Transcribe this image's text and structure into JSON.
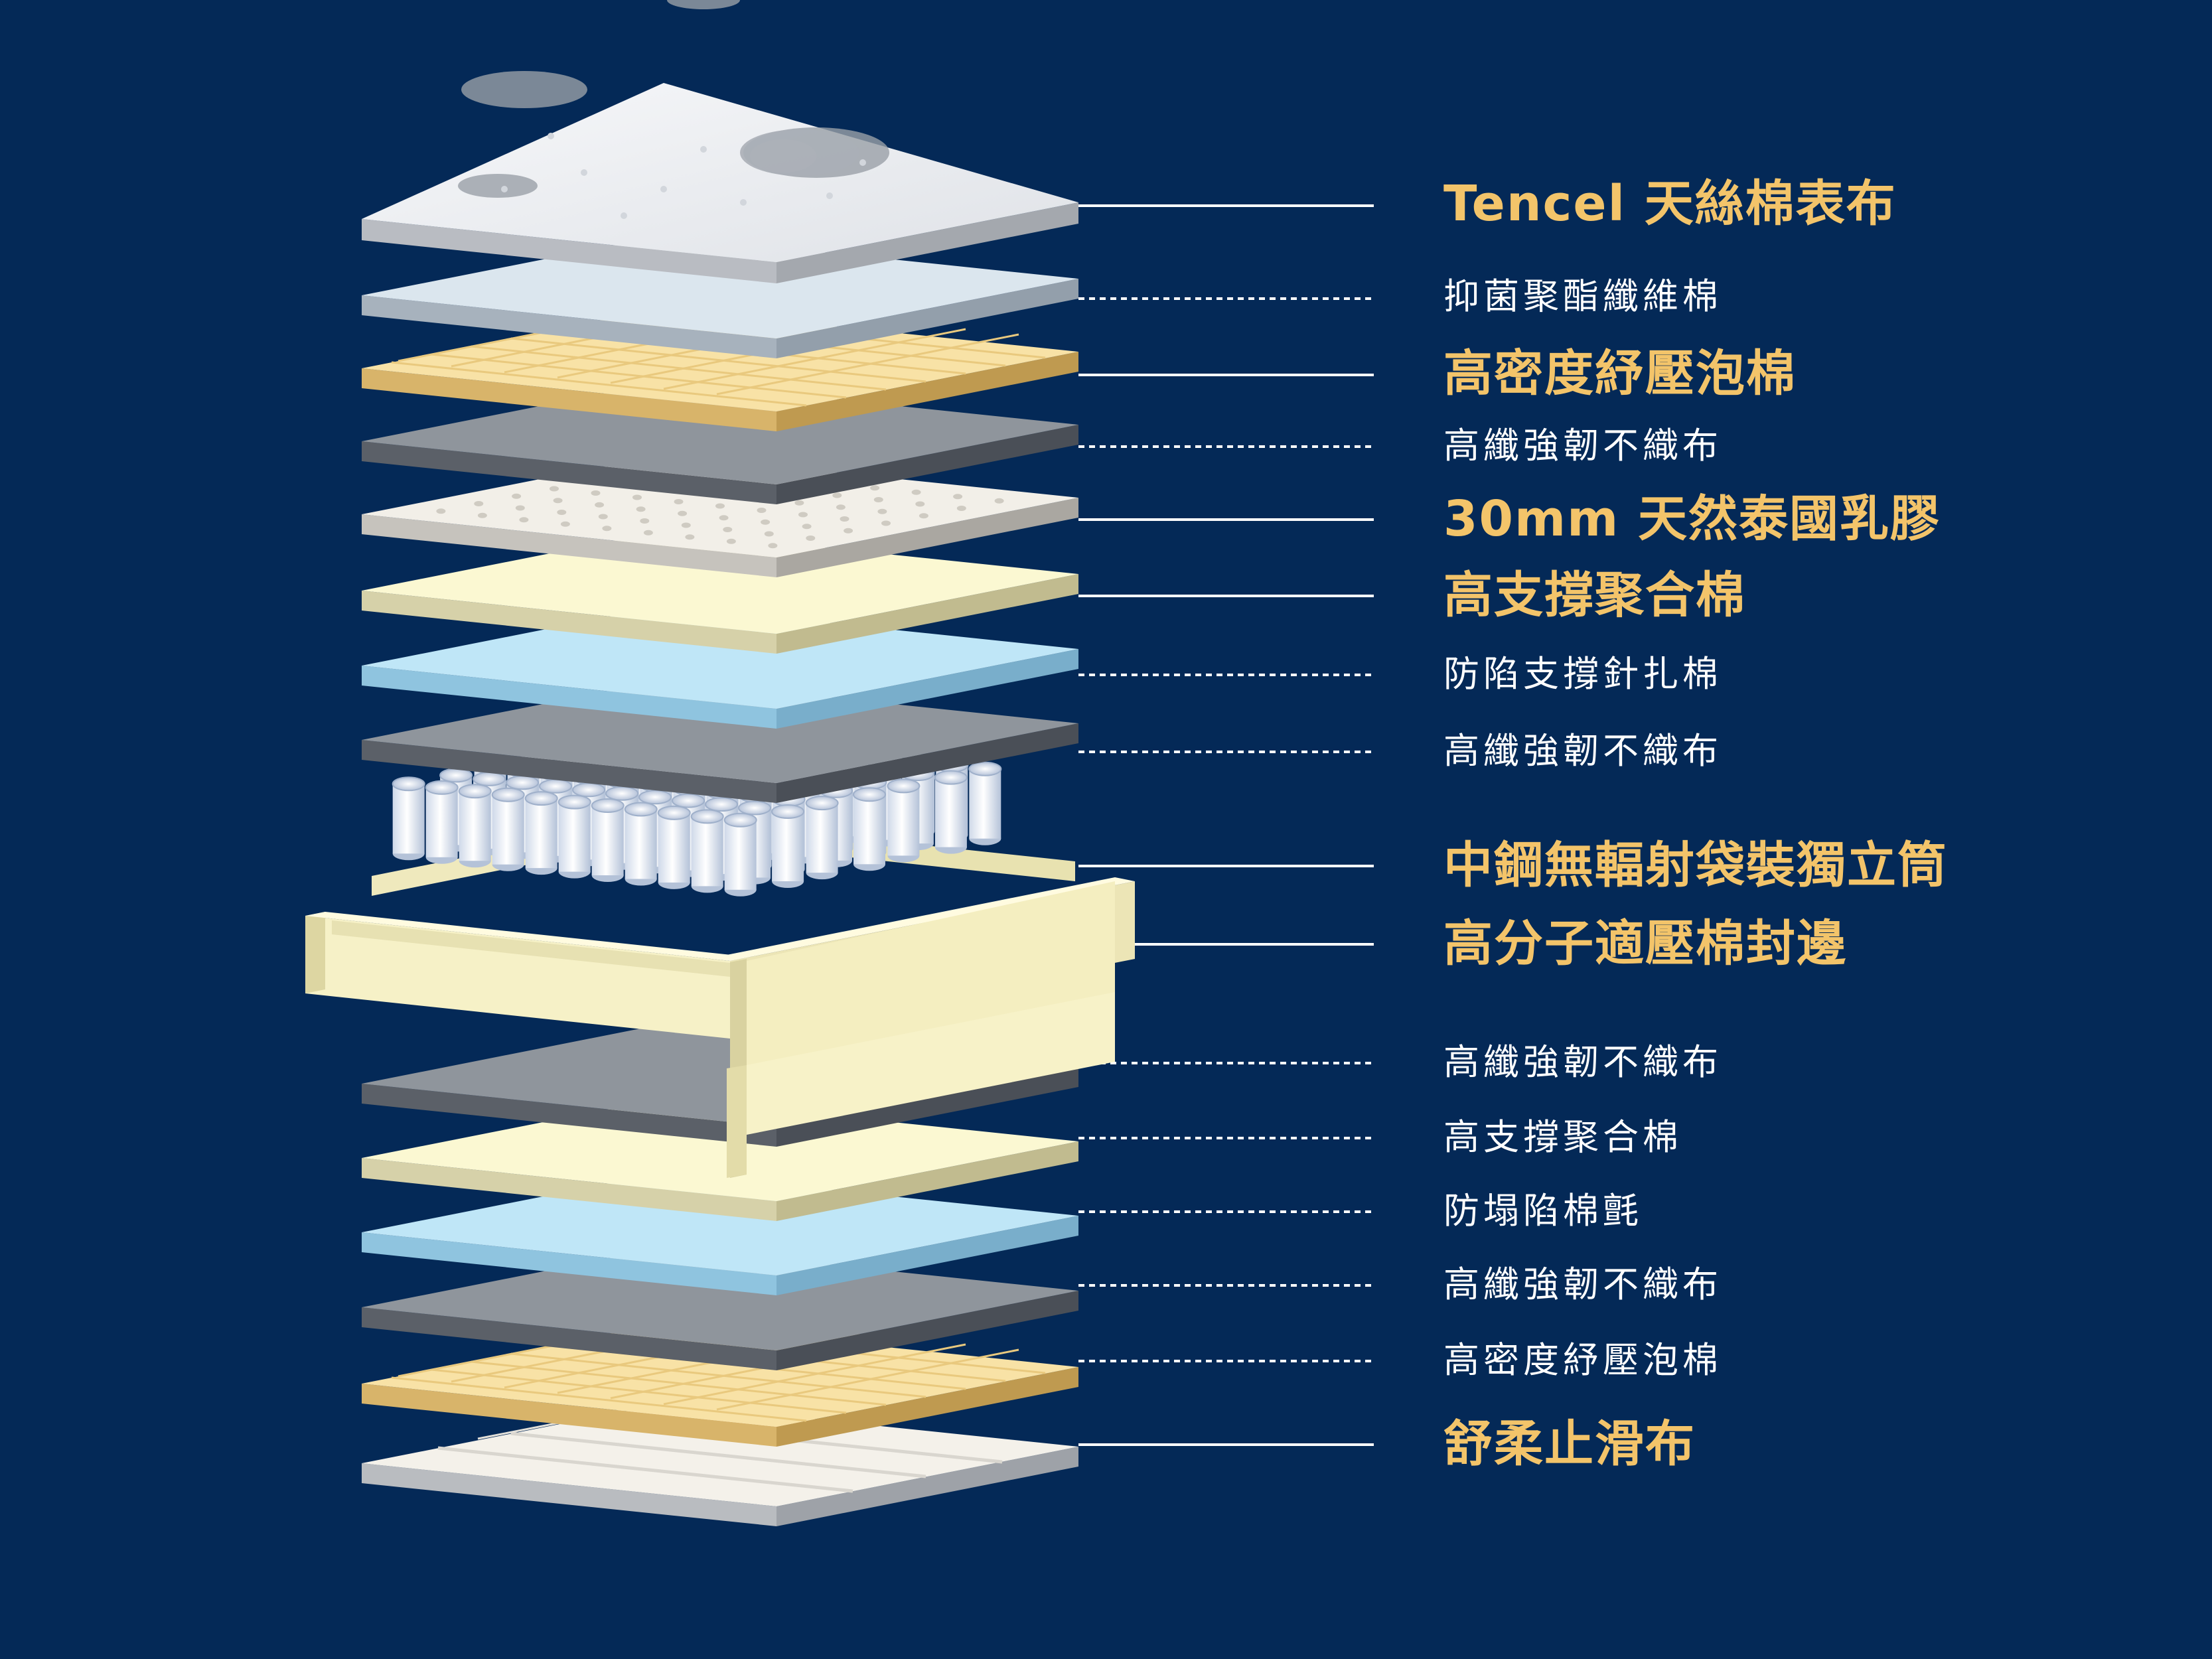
{
  "colors": {
    "background": "#042957",
    "major_label": "#f3c46a",
    "minor_label": "#ffffff",
    "connector": "#ffffff"
  },
  "layers": [
    {
      "label": "Tencel 天絲棉表布",
      "emphasis": "major",
      "connector": "solid",
      "material": "fabric"
    },
    {
      "label": "抑菌聚酯纖維棉",
      "emphasis": "minor",
      "connector": "dotted",
      "material": "light-blue"
    },
    {
      "label": "高密度紓壓泡棉",
      "emphasis": "major",
      "connector": "solid",
      "material": "foam-grid"
    },
    {
      "label": "高纖強韌不織布",
      "emphasis": "minor",
      "connector": "dotted",
      "material": "gray"
    },
    {
      "label": "30mm 天然泰國乳膠",
      "emphasis": "major",
      "connector": "solid",
      "material": "latex"
    },
    {
      "label": "高支撐聚合棉",
      "emphasis": "major",
      "connector": "solid",
      "material": "cream"
    },
    {
      "label": "防陷支撐針扎棉",
      "emphasis": "minor",
      "connector": "dotted",
      "material": "sky-blue"
    },
    {
      "label": "高纖強韌不織布",
      "emphasis": "minor",
      "connector": "dotted",
      "material": "gray"
    },
    {
      "label": "中鋼無輻射袋裝獨立筒",
      "emphasis": "major",
      "connector": "solid",
      "material": "springs"
    },
    {
      "label": "高分子適壓棉封邊",
      "emphasis": "major",
      "connector": "solid",
      "material": "edge-frame"
    },
    {
      "label": "高纖強韌不織布",
      "emphasis": "minor",
      "connector": "dotted",
      "material": "gray"
    },
    {
      "label": "高支撐聚合棉",
      "emphasis": "minor",
      "connector": "dotted",
      "material": "cream"
    },
    {
      "label": "防塌陷棉氈",
      "emphasis": "minor",
      "connector": "dotted",
      "material": "sky-blue"
    },
    {
      "label": "高纖強韌不織布",
      "emphasis": "minor",
      "connector": "dotted",
      "material": "gray"
    },
    {
      "label": "高密度紓壓泡棉",
      "emphasis": "minor",
      "connector": "dotted",
      "material": "foam-grid"
    },
    {
      "label": "舒柔止滑布",
      "emphasis": "major",
      "connector": "solid",
      "material": "base-cloth"
    }
  ]
}
